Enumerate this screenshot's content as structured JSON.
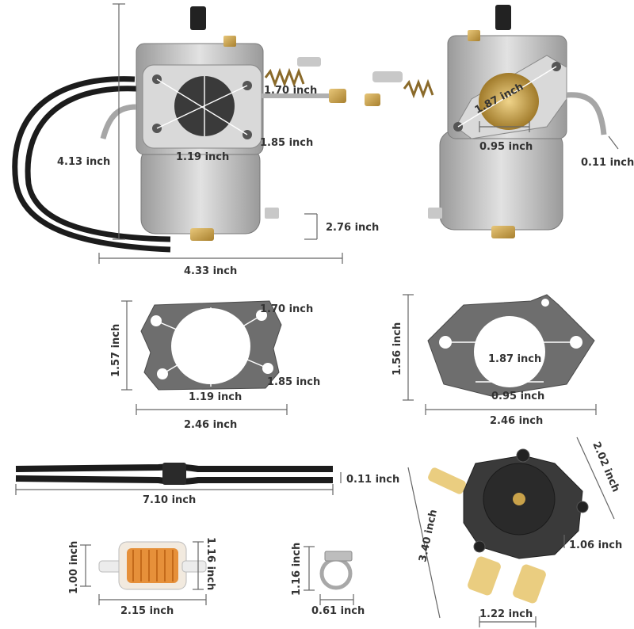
{
  "labels": {
    "carb_height": "4.13 inch",
    "carb_width": "4.33 inch",
    "carb_inlet": "2.76 inch",
    "carb_bolt_a": "1.70 inch",
    "carb_bolt_b": "1.85 inch",
    "carb_bore": "1.19 inch",
    "rear_diag": "1.87 inch",
    "rear_bore": "0.95 inch",
    "rear_nozzle": "0.11 inch",
    "g1_bolt_a": "1.70 inch",
    "g1_height": "1.57 inch",
    "g1_bolt_b": "1.85 inch",
    "g1_bore": "1.19 inch",
    "g1_width": "2.46 inch",
    "g2_height": "1.56 inch",
    "g2_span": "1.87 inch",
    "g2_bore": "0.95 inch",
    "g2_width": "2.46 inch",
    "hose_dia": "0.11 inch",
    "hose_len": "7.10 inch",
    "filter_h1": "1.00 inch",
    "filter_h2": "1.16 inch",
    "filter_len": "2.15 inch",
    "clamp_h": "1.16 inch",
    "clamp_w": "0.61 inch",
    "pump_side": "2.02 inch",
    "pump_height": "3.40 inch",
    "pump_port": "1.06 inch",
    "pump_width": "1.22 inch"
  },
  "colors": {
    "metal": "#b9b9b9",
    "metal_dark": "#8c8c8c",
    "brass": "#c9a24a",
    "gasket": "#6e6e6e",
    "rubber": "#1c1c1c",
    "label": "#333333"
  }
}
